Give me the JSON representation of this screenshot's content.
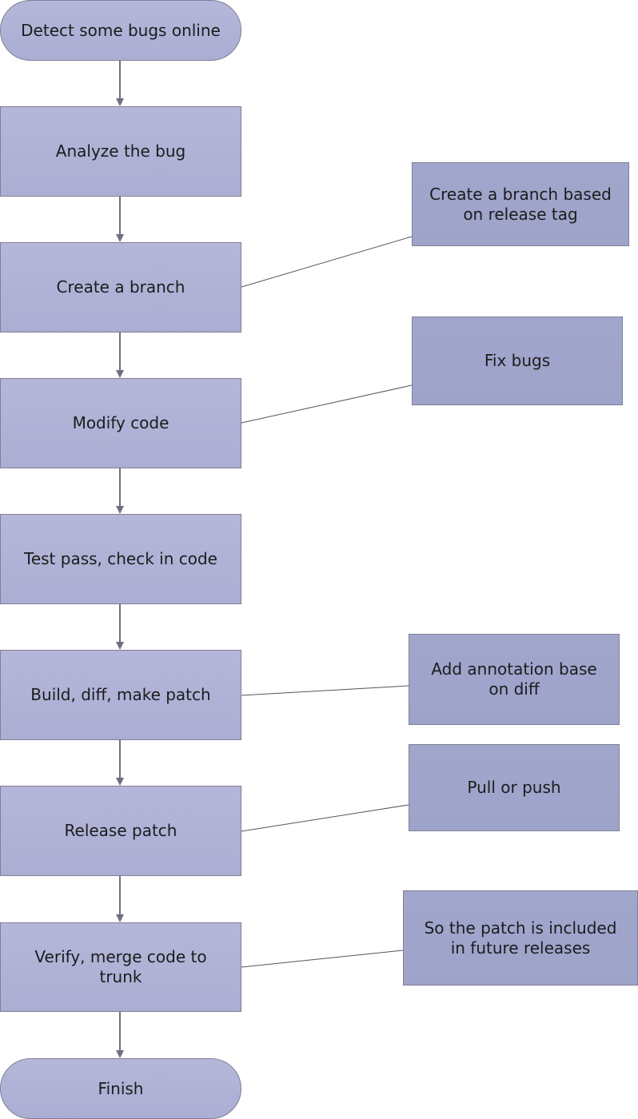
{
  "colors": {
    "flow_fill": "#b4b7d9",
    "note_fill": "#a1a6cd",
    "border": "#7f7f96",
    "arrow": "#6e6e80"
  },
  "steps": [
    {
      "label": "Detect some bugs online",
      "shape": "terminal"
    },
    {
      "label": "Analyze the bug",
      "shape": "process"
    },
    {
      "label": "Create a branch",
      "shape": "process"
    },
    {
      "label": "Modify code",
      "shape": "process"
    },
    {
      "label": "Test pass, check in code",
      "shape": "process"
    },
    {
      "label": "Build, diff, make patch",
      "shape": "process"
    },
    {
      "label": "Release patch",
      "shape": "process"
    },
    {
      "label": "Verify,  merge code to\ntrunk",
      "shape": "process"
    },
    {
      "label": "Finish",
      "shape": "terminal"
    }
  ],
  "notes": [
    {
      "label": "Create a branch based\non release tag",
      "attached_to": "Create a branch"
    },
    {
      "label": "Fix bugs",
      "attached_to": "Modify code"
    },
    {
      "label": "Add annotation base\non diff",
      "attached_to": "Build, diff, make patch"
    },
    {
      "label": "Pull or push",
      "attached_to": "Release patch"
    },
    {
      "label": "So the patch is included\nin future releases",
      "attached_to": "Verify,  merge code to\ntrunk"
    }
  ]
}
